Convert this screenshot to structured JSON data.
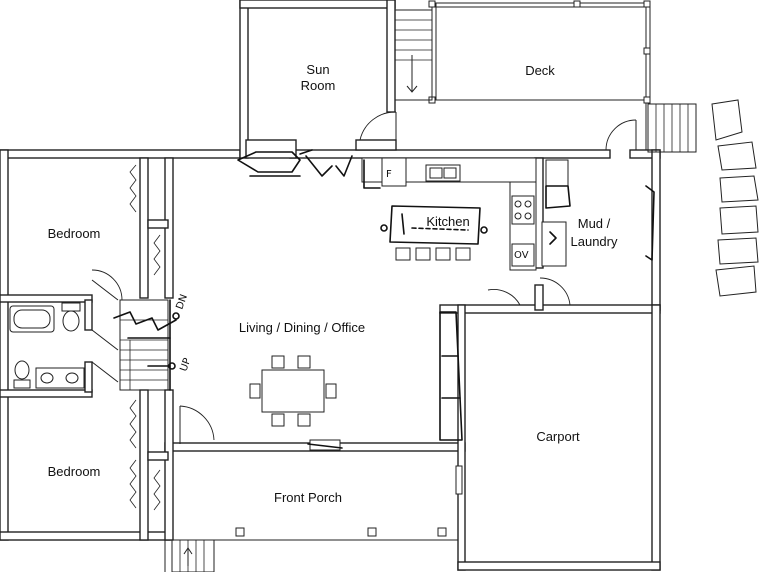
{
  "rooms": {
    "sun_room_line1": "Sun",
    "sun_room_line2": "Room",
    "deck": "Deck",
    "bedroom_top": "Bedroom",
    "bedroom_bottom": "Bedroom",
    "kitchen": "Kitchen",
    "mud_line1": "Mud /",
    "mud_line2": "Laundry",
    "living": "Living / Dining / Office",
    "carport": "Carport",
    "front_porch": "Front Porch"
  },
  "annotations": {
    "stair_down": "DN",
    "stair_up": "UP",
    "fridge": "F",
    "oven": "OV"
  }
}
